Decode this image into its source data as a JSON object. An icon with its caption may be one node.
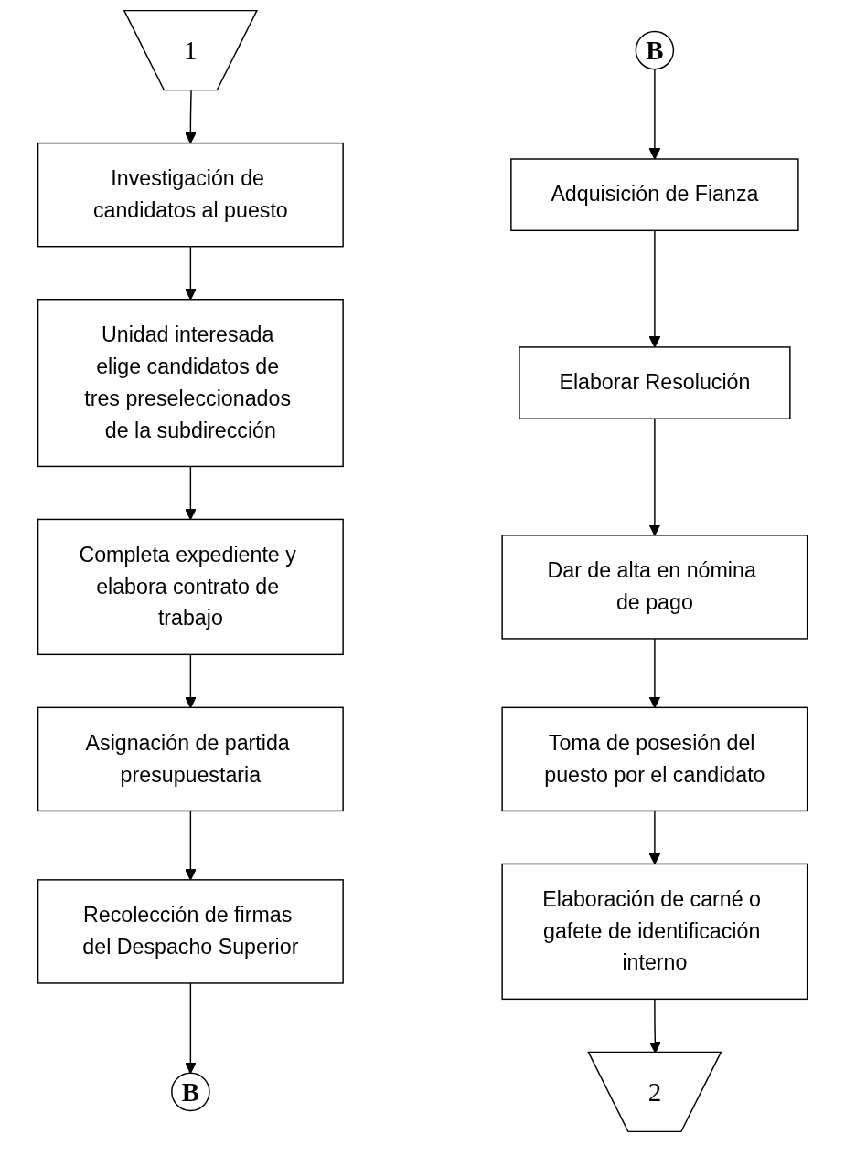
{
  "diagram": {
    "nodes": [
      {
        "text": [
          "1"
        ]
      },
      {
        "text": [
          "Investigación de candidatos al puesto"
        ]
      },
      {
        "text": [
          "Unidad interesada elige candidatos de tres preseleccionados de la subdirección"
        ]
      },
      {
        "text": [
          "Completa expediente y elabora contrato de trabajo"
        ]
      },
      {
        "text": [
          "Asignación de partida presupuestaria"
        ]
      },
      {
        "text": [
          "Recolección de firmas del Despacho Superior"
        ]
      },
      {
        "text": [
          "B"
        ]
      },
      {
        "text": [
          "B"
        ]
      },
      {
        "text": [
          "Adquisición de Fianza"
        ]
      },
      {
        "text": [
          "Elaborar Resolución"
        ]
      },
      {
        "text": [
          "Dar de alta en nómina de pago"
        ]
      },
      {
        "text": [
          "Toma de posesión del puesto por el candidato"
        ]
      },
      {
        "text": [
          "Elaboración de carné o gafete de identificación interno"
        ]
      },
      {
        "text": [
          "2"
        ]
      }
    ],
    "edges": [
      {
        "from": 0,
        "to": 1,
        "arrow": "to"
      },
      {
        "from": 1,
        "to": 2,
        "arrow": "to"
      },
      {
        "from": 2,
        "to": 3,
        "arrow": "to"
      },
      {
        "from": 3,
        "to": 4,
        "arrow": "to"
      },
      {
        "from": 4,
        "to": 5,
        "arrow": "to"
      },
      {
        "from": 5,
        "to": 6,
        "arrow": "to"
      },
      {
        "from": 7,
        "to": 8,
        "arrow": "to"
      },
      {
        "from": 8,
        "to": 9,
        "arrow": "to"
      },
      {
        "from": 9,
        "to": 10,
        "arrow": "to"
      },
      {
        "from": 10,
        "to": 11,
        "arrow": "to"
      },
      {
        "from": 11,
        "to": 12,
        "arrow": "to"
      },
      {
        "from": 12,
        "to": 13,
        "arrow": "to"
      }
    ]
  }
}
